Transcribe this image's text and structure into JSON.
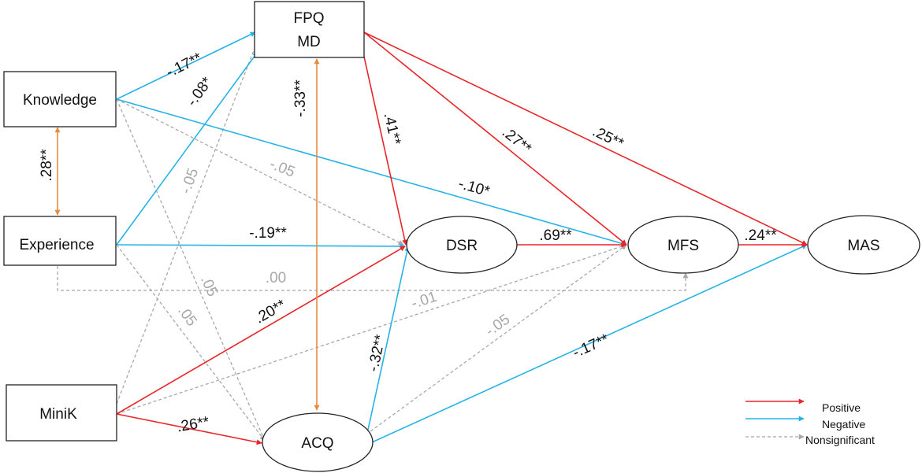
{
  "colors": {
    "positive": "#e8262a",
    "negative": "#27b3e6",
    "nonsignificant": "#a8a8a8",
    "correlation": "#ea8a3c",
    "text": "#111111"
  },
  "nodes": {
    "fpq_line1": "FPQ",
    "fpq_line2": "MD",
    "knowledge": "Knowledge",
    "experience": "Experience",
    "minik": "MiniK",
    "dsr": "DSR",
    "mfs": "MFS",
    "mas": "MAS",
    "acq": "ACQ"
  },
  "paths": [
    {
      "id": "knowledge-fpq",
      "from": "Knowledge",
      "to": "FPQ MD",
      "coef": "-.17**",
      "kind": "negative"
    },
    {
      "id": "experience-fpq",
      "from": "Experience",
      "to": "FPQ MD",
      "coef": "-.08*",
      "kind": "negative"
    },
    {
      "id": "knowledge-experience",
      "from": "Knowledge",
      "to": "Experience",
      "coef": ".28**",
      "kind": "correlation"
    },
    {
      "id": "fpq-acq",
      "from": "FPQ MD",
      "to": "ACQ",
      "coef": "-.33**",
      "kind": "correlation"
    },
    {
      "id": "fpq-dsr",
      "from": "FPQ MD",
      "to": "DSR",
      "coef": ".41**",
      "kind": "positive"
    },
    {
      "id": "fpq-mfs",
      "from": "FPQ MD",
      "to": "MFS",
      "coef": ".27**",
      "kind": "positive"
    },
    {
      "id": "fpq-mas",
      "from": "FPQ MD",
      "to": "MAS",
      "coef": ".25**",
      "kind": "positive"
    },
    {
      "id": "knowledge-dsr",
      "from": "Knowledge",
      "to": "DSR",
      "coef": "-.05",
      "kind": "nonsignificant"
    },
    {
      "id": "knowledge-mfs",
      "from": "Knowledge",
      "to": "MFS",
      "coef": "-.10*",
      "kind": "negative"
    },
    {
      "id": "experience-dsr",
      "from": "Experience",
      "to": "DSR",
      "coef": "-.19**",
      "kind": "negative"
    },
    {
      "id": "dsr-mfs",
      "from": "DSR",
      "to": "MFS",
      "coef": ".69**",
      "kind": "positive"
    },
    {
      "id": "mfs-mas",
      "from": "MFS",
      "to": "MAS",
      "coef": ".24**",
      "kind": "positive"
    },
    {
      "id": "experience-mfs",
      "from": "Experience",
      "to": "MFS",
      "coef": ".00",
      "kind": "nonsignificant"
    },
    {
      "id": "minik-fpq",
      "from": "MiniK",
      "to": "FPQ MD",
      "coef": "-.05",
      "kind": "nonsignificant"
    },
    {
      "id": "knowledge-acq",
      "from": "Knowledge",
      "to": "ACQ",
      "coef": ".05",
      "kind": "nonsignificant"
    },
    {
      "id": "experience-acq",
      "from": "Experience",
      "to": "ACQ",
      "coef": ".05",
      "kind": "nonsignificant"
    },
    {
      "id": "minik-dsr",
      "from": "MiniK",
      "to": "DSR",
      "coef": ".20**",
      "kind": "positive"
    },
    {
      "id": "minik-mfs",
      "from": "MiniK",
      "to": "MFS",
      "coef": "-.01",
      "kind": "nonsignificant"
    },
    {
      "id": "acq-dsr",
      "from": "ACQ",
      "to": "DSR",
      "coef": "-.32**",
      "kind": "negative"
    },
    {
      "id": "acq-mfs",
      "from": "ACQ",
      "to": "MFS",
      "coef": "-.05",
      "kind": "nonsignificant"
    },
    {
      "id": "acq-mas",
      "from": "ACQ",
      "to": "MAS",
      "coef": "-.17**",
      "kind": "negative"
    },
    {
      "id": "minik-acq",
      "from": "MiniK",
      "to": "ACQ",
      "coef": ".26**",
      "kind": "positive"
    }
  ],
  "legend": {
    "positive": "Positive",
    "negative": "Negative",
    "nonsignificant": "Nonsignificant"
  }
}
